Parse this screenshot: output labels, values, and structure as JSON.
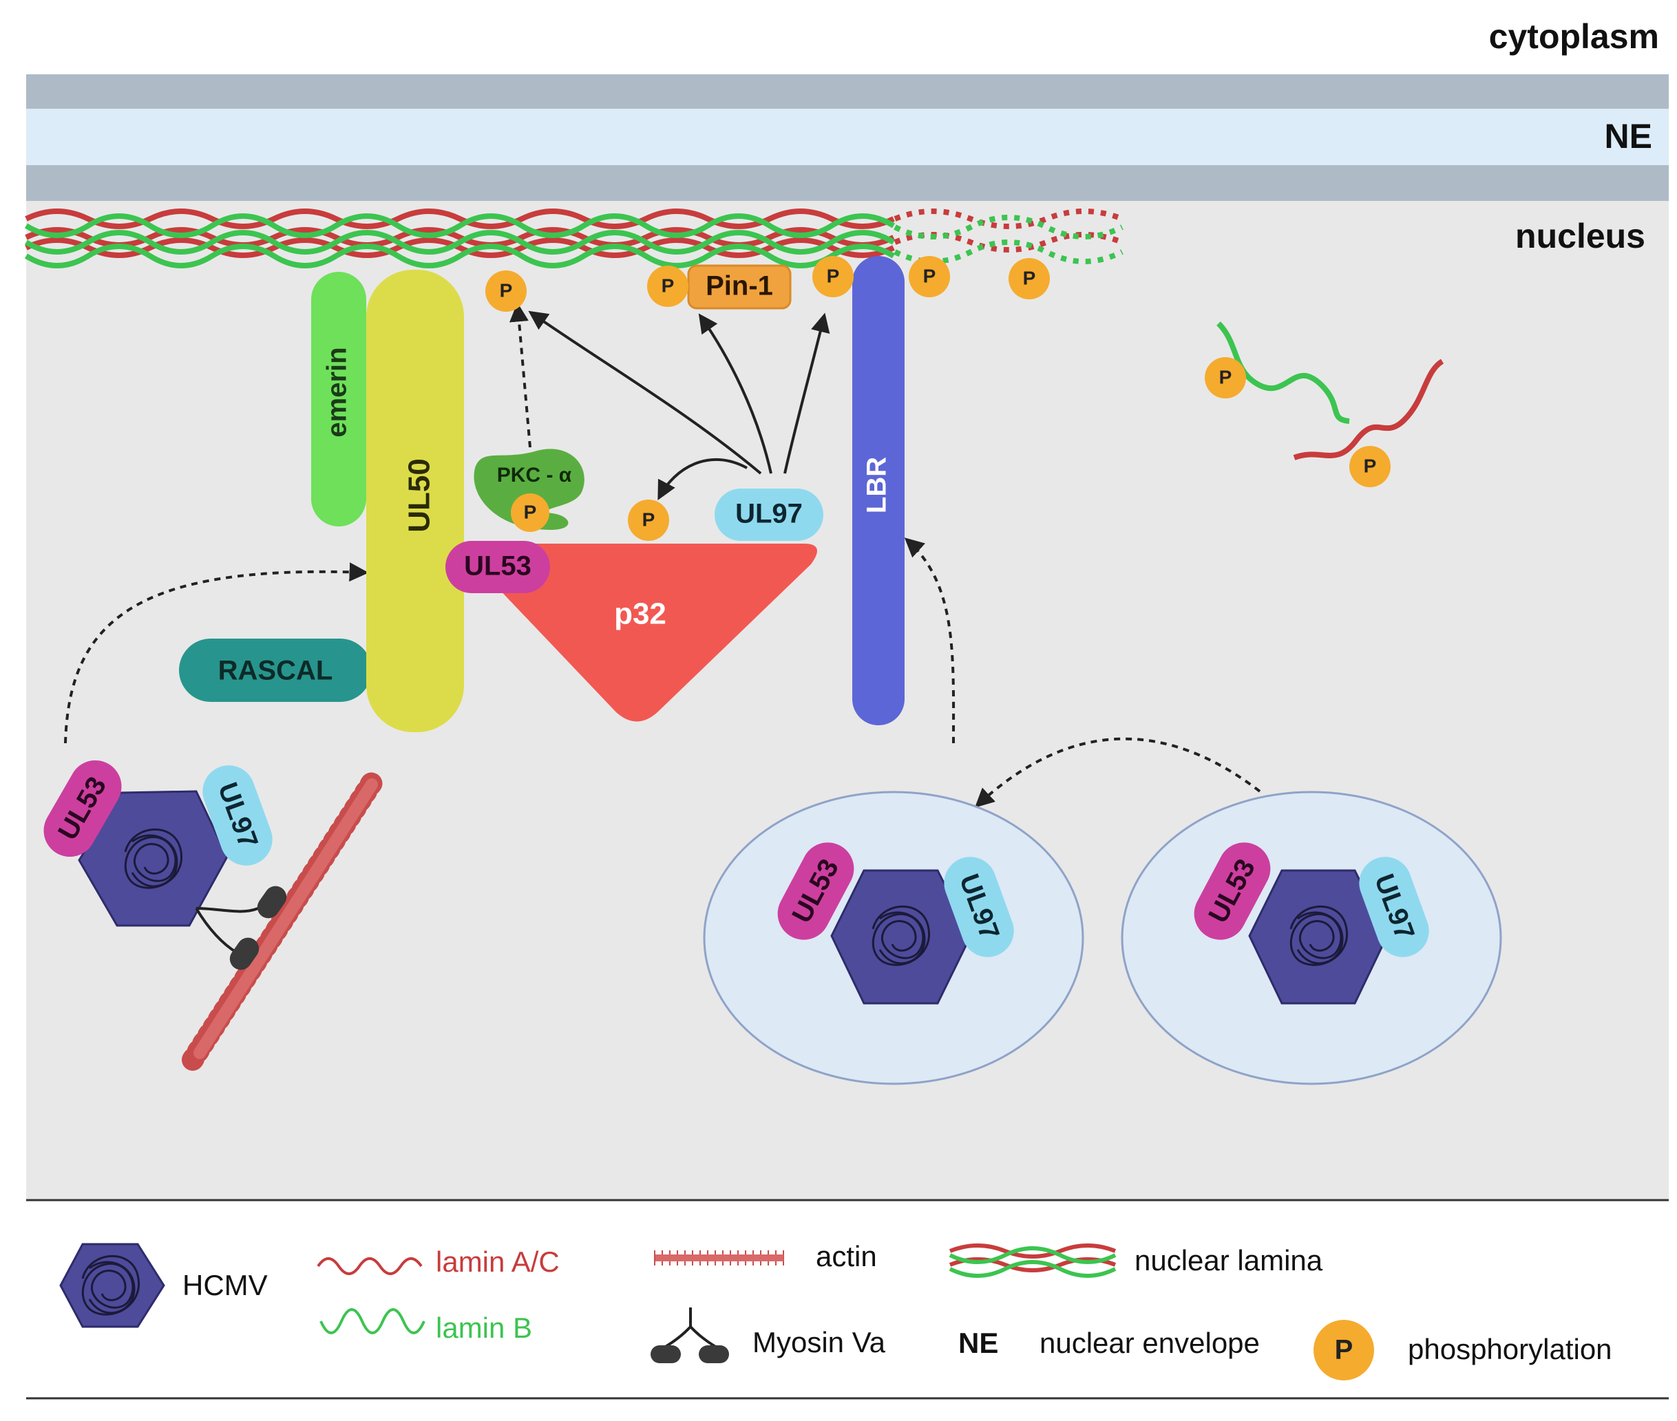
{
  "regions": {
    "cytoplasm": "cytoplasm",
    "ne": "NE",
    "nucleus": "nucleus"
  },
  "proteins": {
    "emerin": "emerin",
    "ul50": "UL50",
    "rascal": "RASCAL",
    "pkc": "PKC - α",
    "ul53": "UL53",
    "p32": "p32",
    "ul97": "UL97",
    "pin1": "Pin-1",
    "lbr": "LBR"
  },
  "phospho_mark": "P",
  "virions": {
    "ul53": "UL53",
    "ul97": "UL97"
  },
  "legend": {
    "hcmv": "HCMV",
    "lamin_ac": "lamin A/C",
    "lamin_b": "lamin B",
    "actin": "actin",
    "myosin": "Myosin Va",
    "nuclear_lamina": "nuclear lamina",
    "ne_abbrev": "NE",
    "nuclear_envelope": "nuclear envelope",
    "p_mark": "P",
    "phosphorylation": "phosphorylation"
  },
  "colors": {
    "nucleus_bg": "#e8e8e8",
    "membrane": "#aebbc6",
    "ne_lumen": "#dcecf8",
    "lamin_ac": "#c83c3c",
    "lamin_b": "#3cc450",
    "emerin": "#6ee05a",
    "ul50": "#dcdc4a",
    "rascal": "#27958d",
    "pkc": "#5aae41",
    "ul53": "#cc3f9f",
    "p32": "#f25852",
    "ul97": "#8fd9ef",
    "pin1": "#f0a23e",
    "lbr": "#5c66d6",
    "phospho": "#f5ab2e",
    "hcmv": "#4e4b9b",
    "vesicle": "#dde9f5"
  }
}
